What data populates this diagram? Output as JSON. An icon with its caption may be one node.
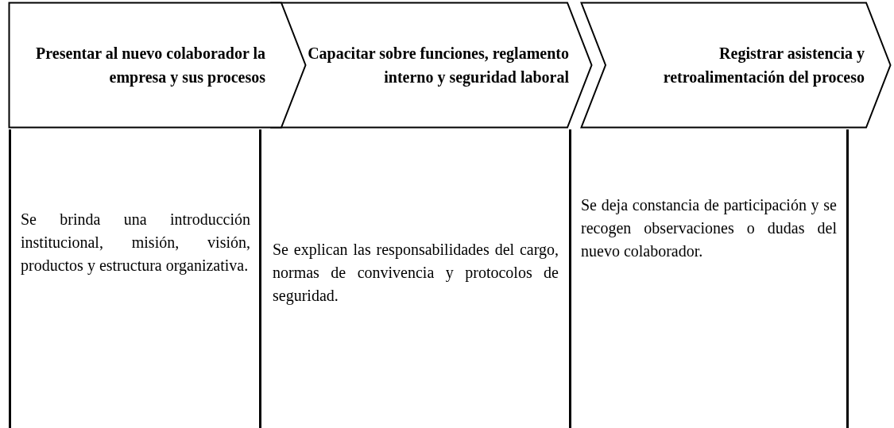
{
  "diagram": {
    "nodes": [
      {
        "text": [
          "Presentar al nuevo colaborador la empresa y sus procesos"
        ]
      },
      {
        "text": [
          "Capacitar sobre funciones, reglamento interno y seguridad laboral"
        ]
      },
      {
        "text": [
          "Registrar asistencia y retroalimentación del proceso"
        ]
      },
      {
        "text": [
          "Se brinda una introducción institucional, misión, visión, productos y estructura organizativa."
        ]
      },
      {
        "text": [
          "Se explican las responsabilidades del cargo, normas de convivencia y protocolos de seguridad."
        ]
      },
      {
        "text": [
          "Se deja constancia de participación y se recogen observaciones o dudas del nuevo colaborador."
        ]
      }
    ]
  }
}
